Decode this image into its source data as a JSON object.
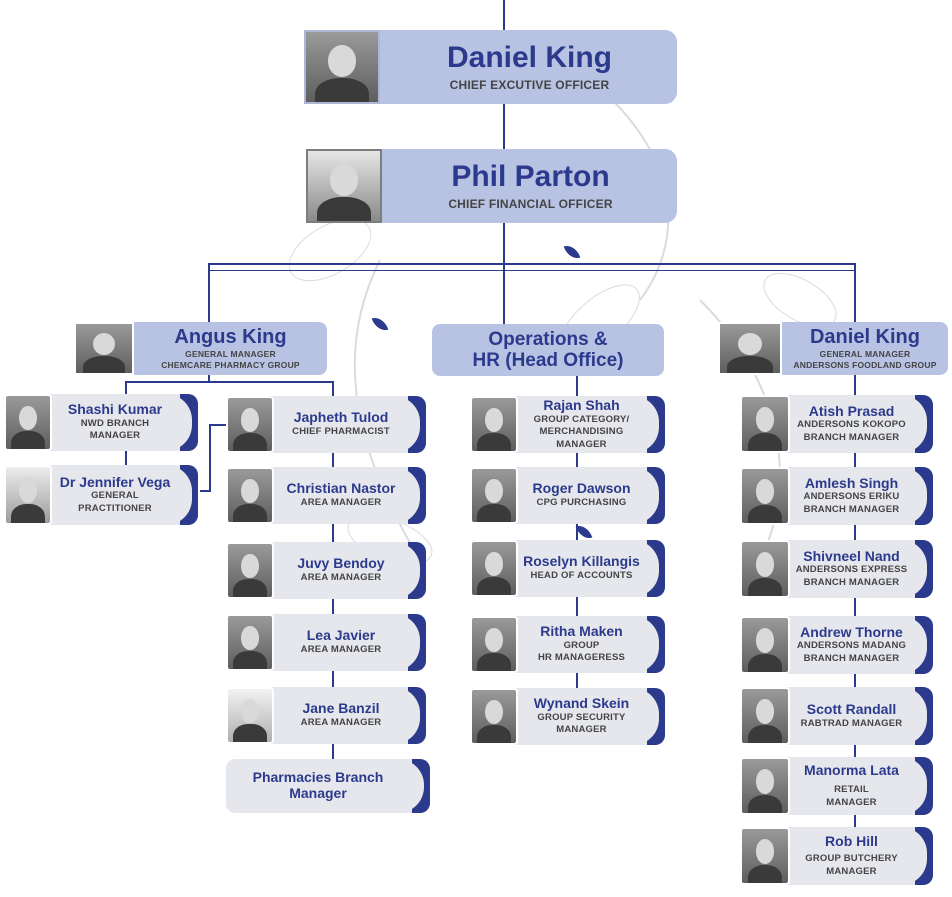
{
  "ceo": {
    "name": "Daniel King",
    "role": "CHIEF EXCUTIVE OFFICER"
  },
  "cfo": {
    "name": "Phil Parton",
    "role": "CHIEF FINANCIAL OFFICER"
  },
  "left": {
    "head": {
      "name": "Angus King",
      "role_lines": [
        "GENERAL MANAGER",
        "CHEMCARE PHARMACY GROUP"
      ]
    },
    "side": [
      {
        "name": "Shashi Kumar",
        "role_lines": [
          "NWD BRANCH",
          "MANAGER"
        ]
      },
      {
        "name": "Dr Jennifer Vega",
        "role_lines": [
          "GENERAL",
          "PRACTITIONER"
        ]
      }
    ],
    "staff": [
      {
        "name": "Japheth Tulod",
        "role_lines": [
          "CHIEF PHARMACIST"
        ]
      },
      {
        "name": "Christian Nastor",
        "role_lines": [
          "AREA MANAGER"
        ]
      },
      {
        "name": "Juvy Bendoy",
        "role_lines": [
          "AREA MANAGER"
        ]
      },
      {
        "name": "Lea Javier",
        "role_lines": [
          "AREA MANAGER"
        ]
      },
      {
        "name": "Jane Banzil",
        "role_lines": [
          "AREA MANAGER"
        ]
      }
    ],
    "branch": {
      "line1": "Pharmacies Branch",
      "line2": "Manager"
    }
  },
  "middle": {
    "head": {
      "line1": "Operations &",
      "line2": "HR (Head Office)"
    },
    "staff": [
      {
        "name": "Rajan Shah",
        "role_lines": [
          "GROUP CATEGORY/",
          "MERCHANDISING MANAGER"
        ]
      },
      {
        "name": "Roger Dawson",
        "role_lines": [
          "CPG PURCHASING"
        ]
      },
      {
        "name": "Roselyn Killangis",
        "role_lines": [
          "HEAD OF ACCOUNTS"
        ]
      },
      {
        "name": "Ritha Maken",
        "role_lines": [
          "GROUP",
          "HR MANAGERESS"
        ]
      },
      {
        "name": "Wynand Skein",
        "role_lines": [
          "GROUP SECURITY",
          "MANAGER"
        ]
      }
    ]
  },
  "right": {
    "head": {
      "name": "Daniel King",
      "role_lines": [
        "GENERAL MANAGER",
        "ANDERSONS FOODLAND GROUP"
      ]
    },
    "staff": [
      {
        "name": "Atish Prasad",
        "role_lines": [
          "ANDERSONS KOKOPO",
          "BRANCH MANAGER"
        ]
      },
      {
        "name": "Amlesh Singh",
        "role_lines": [
          "ANDERSONS ERIKU",
          "BRANCH MANAGER"
        ]
      },
      {
        "name": "Shivneel Nand",
        "role_lines": [
          "ANDERSONS EXPRESS",
          "BRANCH MANAGER"
        ]
      },
      {
        "name": "Andrew Thorne",
        "role_lines": [
          "ANDERSONS MADANG",
          "BRANCH MANAGER"
        ]
      },
      {
        "name": "Scott Randall",
        "role_lines": [
          "RABTRAD MANAGER"
        ]
      },
      {
        "name": "Manorma Lata",
        "role_lines": [
          "RETAIL",
          "MANAGER"
        ]
      },
      {
        "name": "Rob Hill",
        "role_lines": [
          "GROUP BUTCHERY",
          "MANAGER"
        ]
      }
    ]
  },
  "colors": {
    "accent": "#2b3a8c",
    "header_fill": "#b8c3e3",
    "card_fill": "#e6e7ec"
  }
}
